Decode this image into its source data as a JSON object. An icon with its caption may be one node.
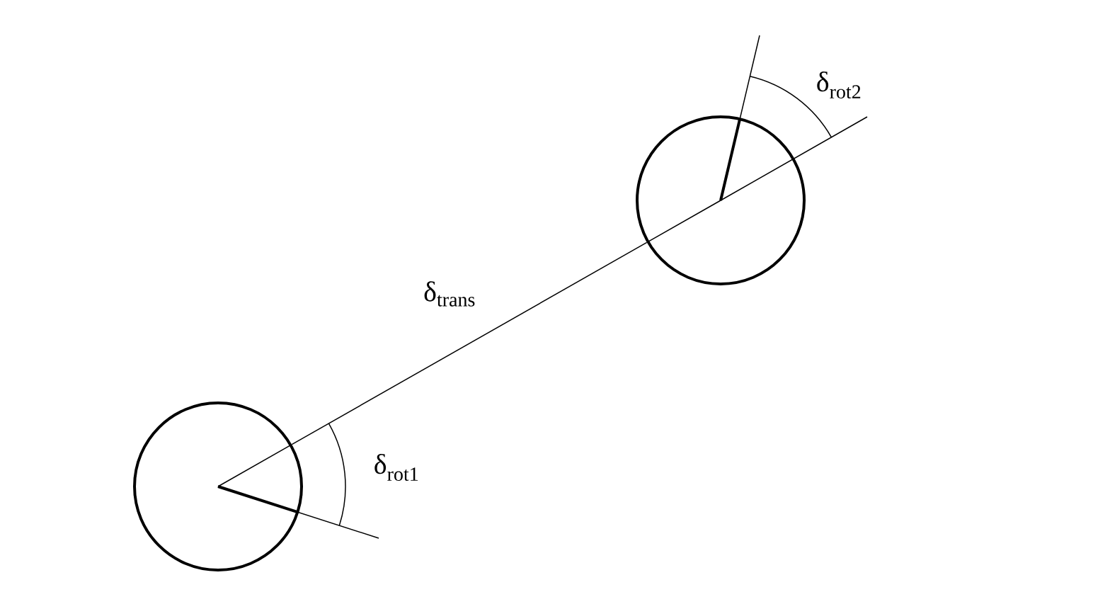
{
  "diagram": {
    "nodes": [
      {
        "text": [],
        "shape": "circle"
      },
      {
        "text": [],
        "shape": "circle"
      }
    ],
    "edges": [
      {
        "from": 0,
        "to": 1,
        "arrow": "none",
        "label": "δ$_{trans}$"
      }
    ],
    "labels": [
      "δ$_{rot2}$",
      "δ$_{rot1}$"
    ]
  }
}
